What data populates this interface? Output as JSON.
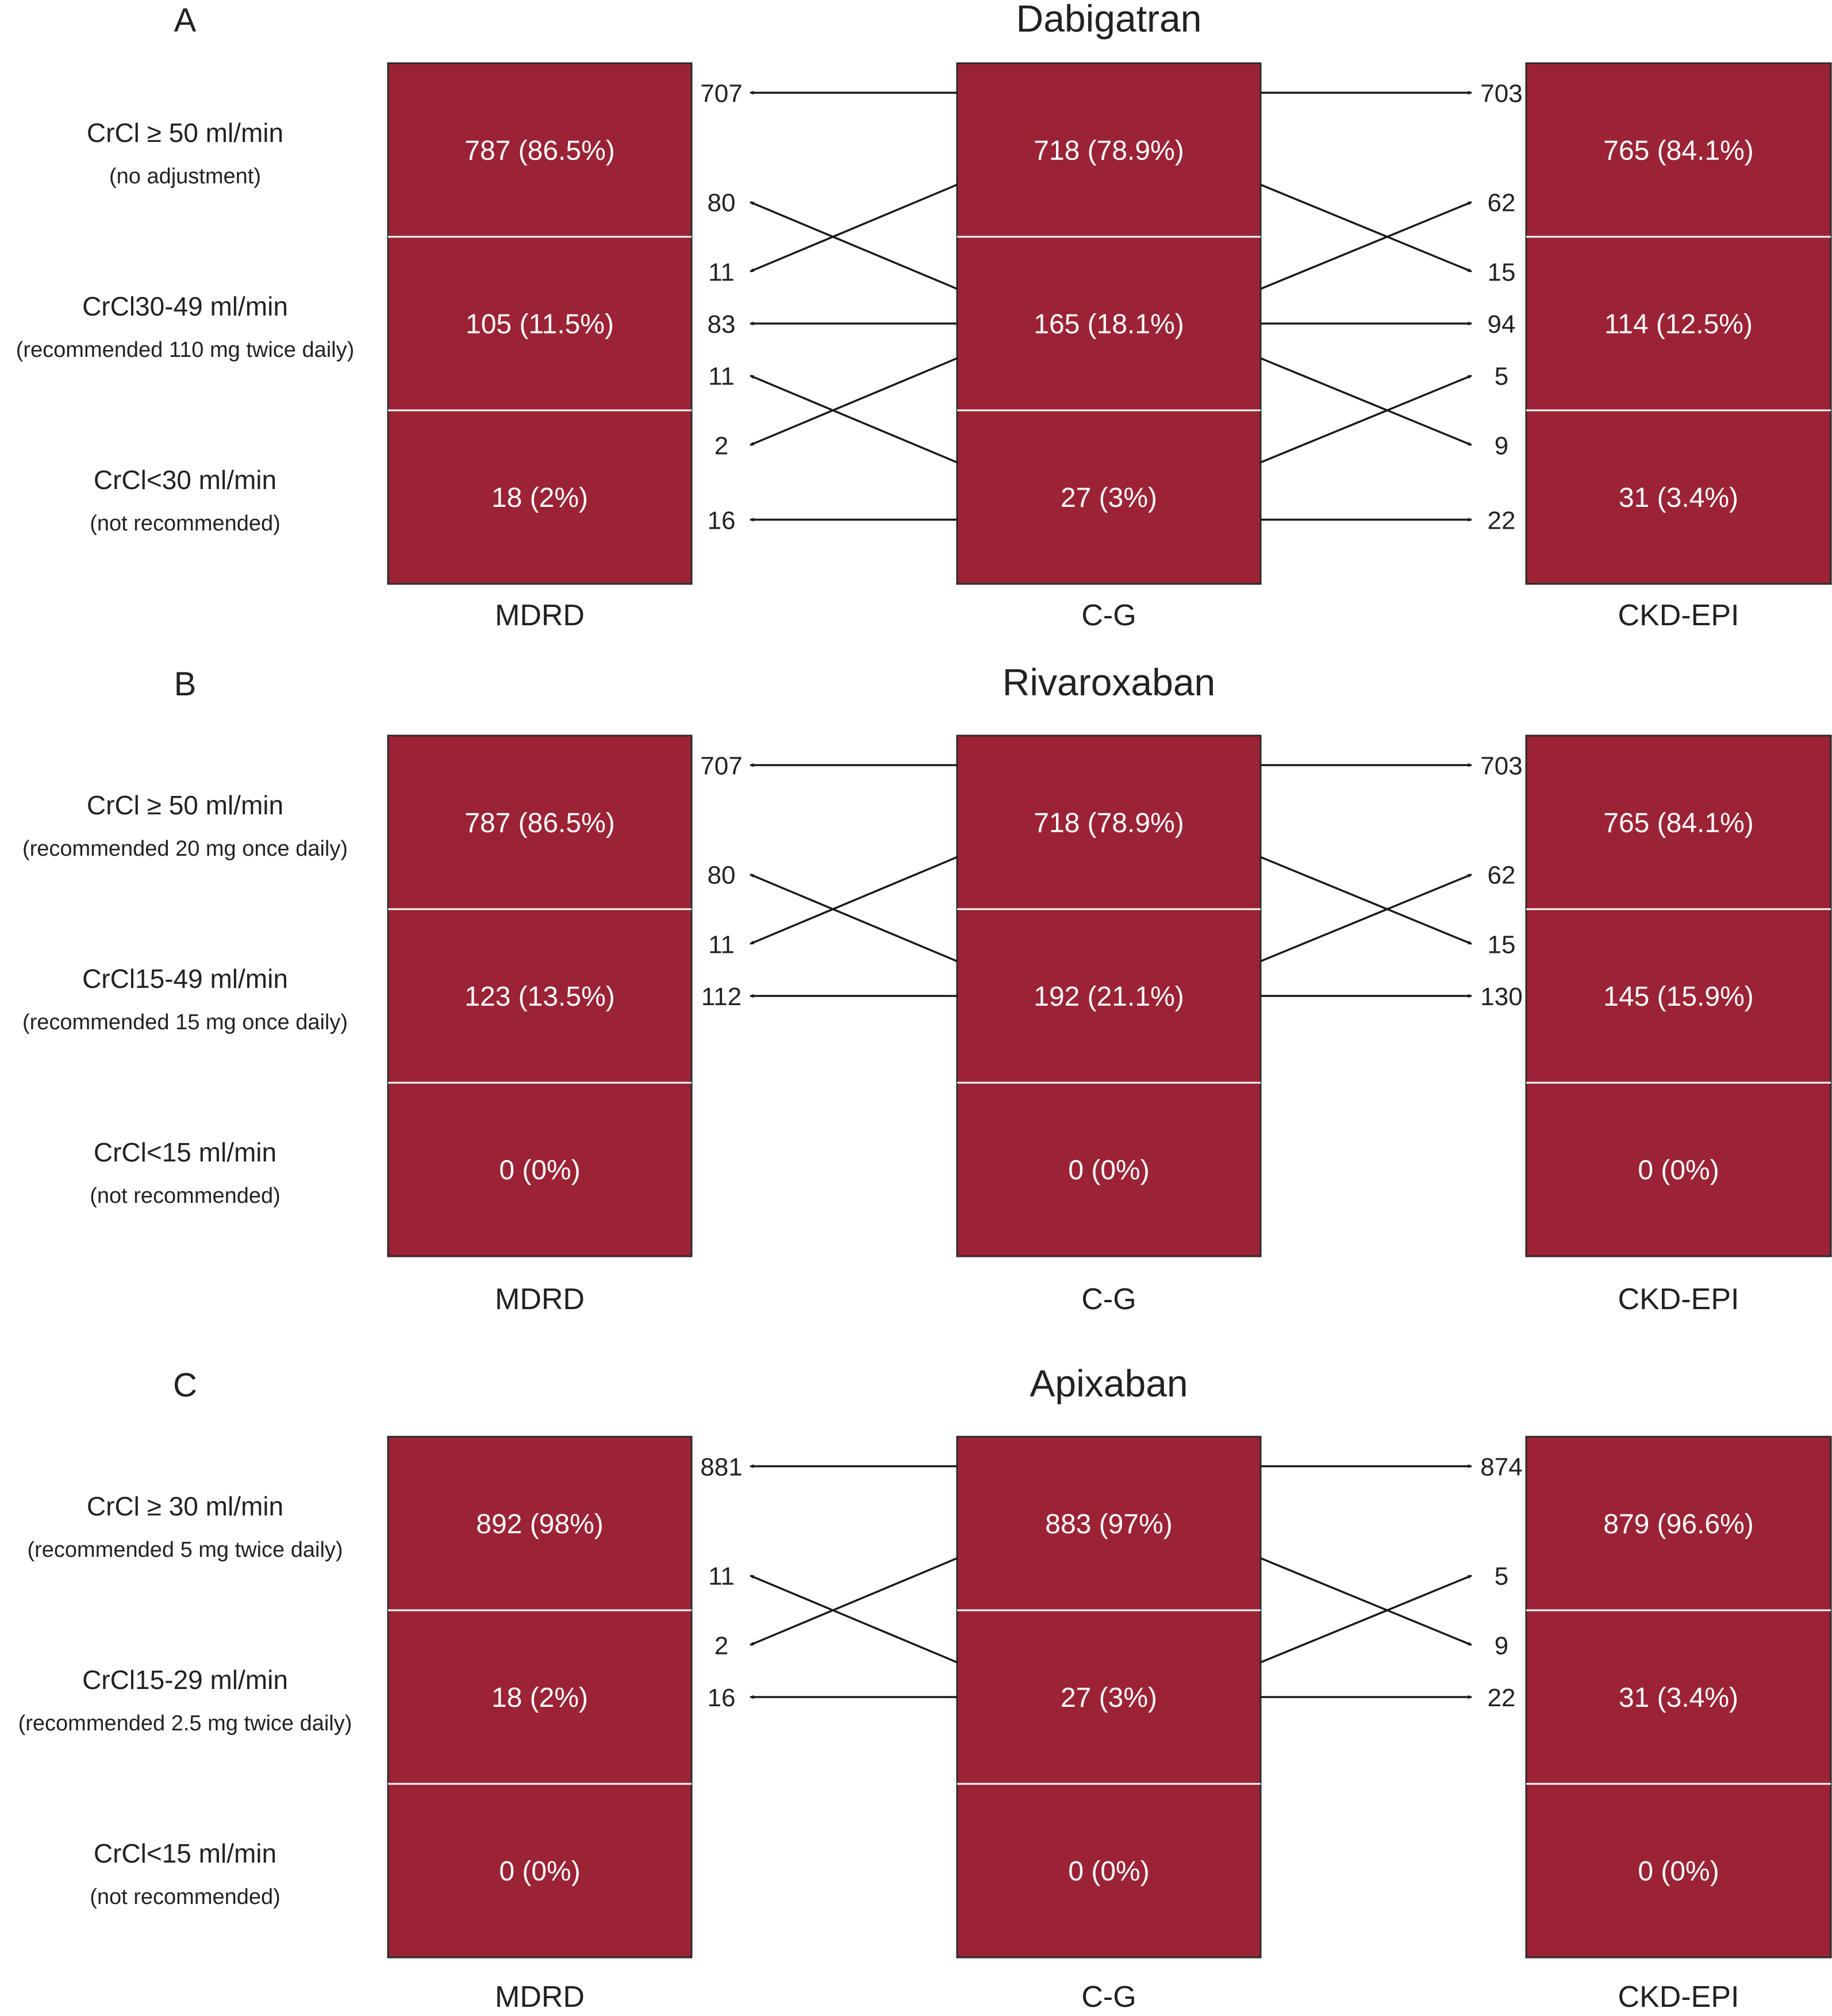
{
  "style": {
    "box_color": "#9b2335",
    "text_on_box": "#ffffff",
    "line_color": "#1a1a1a"
  },
  "panels": [
    {
      "letter": "A",
      "title": "Dabigatran",
      "rows": [
        {
          "main": "CrCl ≥ 50 ml/min",
          "sub": "(no adjustment)"
        },
        {
          "main": "CrCl30-49 ml/min",
          "sub": "(recommended 110 mg twice daily)"
        },
        {
          "main": "CrCl<30 ml/min",
          "sub": "(not recommended)"
        }
      ],
      "columns": [
        {
          "label": "MDRD",
          "cells": [
            "787 (86.5%)",
            "105 (11.5%)",
            "18 (2%)"
          ]
        },
        {
          "label": "C-G",
          "cells": [
            "718 (78.9%)",
            "165 (18.1%)",
            "27 (3%)"
          ]
        },
        {
          "label": "CKD-EPI",
          "cells": [
            "765 (84.1%)",
            "114 (12.5%)",
            "31 (3.4%)"
          ]
        }
      ],
      "left_flows": [
        {
          "from": 0,
          "to": 0,
          "value": "707"
        },
        {
          "from": 1,
          "to": 0,
          "value": "80"
        },
        {
          "from": 0,
          "to": 1,
          "value": "11"
        },
        {
          "from": 1,
          "to": 1,
          "value": "83"
        },
        {
          "from": 2,
          "to": 1,
          "value": "11"
        },
        {
          "from": 1,
          "to": 2,
          "value": "2"
        },
        {
          "from": 2,
          "to": 2,
          "value": "16"
        }
      ],
      "right_flows": [
        {
          "from": 0,
          "to": 0,
          "value": "703"
        },
        {
          "from": 1,
          "to": 0,
          "value": "62"
        },
        {
          "from": 0,
          "to": 1,
          "value": "15"
        },
        {
          "from": 1,
          "to": 1,
          "value": "94"
        },
        {
          "from": 2,
          "to": 1,
          "value": "5"
        },
        {
          "from": 1,
          "to": 2,
          "value": "9"
        },
        {
          "from": 2,
          "to": 2,
          "value": "22"
        }
      ]
    },
    {
      "letter": "B",
      "title": "Rivaroxaban",
      "rows": [
        {
          "main": "CrCl ≥ 50 ml/min",
          "sub": "(recommended 20 mg once daily)"
        },
        {
          "main": "CrCl15-49 ml/min",
          "sub": "(recommended 15 mg once daily)"
        },
        {
          "main": "CrCl<15 ml/min",
          "sub": "(not recommended)"
        }
      ],
      "columns": [
        {
          "label": "MDRD",
          "cells": [
            "787 (86.5%)",
            "123 (13.5%)",
            "0 (0%)"
          ]
        },
        {
          "label": "C-G",
          "cells": [
            "718 (78.9%)",
            "192 (21.1%)",
            "0 (0%)"
          ]
        },
        {
          "label": "CKD-EPI",
          "cells": [
            "765 (84.1%)",
            "145 (15.9%)",
            "0 (0%)"
          ]
        }
      ],
      "left_flows": [
        {
          "from": 0,
          "to": 0,
          "value": "707"
        },
        {
          "from": 1,
          "to": 0,
          "value": "80"
        },
        {
          "from": 0,
          "to": 1,
          "value": "11"
        },
        {
          "from": 1,
          "to": 1,
          "value": "112"
        }
      ],
      "right_flows": [
        {
          "from": 0,
          "to": 0,
          "value": "703"
        },
        {
          "from": 1,
          "to": 0,
          "value": "62"
        },
        {
          "from": 0,
          "to": 1,
          "value": "15"
        },
        {
          "from": 1,
          "to": 1,
          "value": "130"
        }
      ]
    },
    {
      "letter": "C",
      "title": "Apixaban",
      "rows": [
        {
          "main": "CrCl ≥ 30 ml/min",
          "sub": "(recommended 5 mg twice daily)"
        },
        {
          "main": "CrCl15-29 ml/min",
          "sub": "(recommended 2.5 mg twice daily)"
        },
        {
          "main": "CrCl<15 ml/min",
          "sub": "(not recommended)"
        }
      ],
      "columns": [
        {
          "label": "MDRD",
          "cells": [
            "892 (98%)",
            "18 (2%)",
            "0 (0%)"
          ]
        },
        {
          "label": "C-G",
          "cells": [
            "883 (97%)",
            "27 (3%)",
            "0 (0%)"
          ]
        },
        {
          "label": "CKD-EPI",
          "cells": [
            "879 (96.6%)",
            "31 (3.4%)",
            "0 (0%)"
          ]
        }
      ],
      "left_flows": [
        {
          "from": 0,
          "to": 0,
          "value": "881"
        },
        {
          "from": 1,
          "to": 0,
          "value": "11"
        },
        {
          "from": 0,
          "to": 1,
          "value": "2"
        },
        {
          "from": 1,
          "to": 1,
          "value": "16"
        }
      ],
      "right_flows": [
        {
          "from": 0,
          "to": 0,
          "value": "874"
        },
        {
          "from": 1,
          "to": 0,
          "value": "5"
        },
        {
          "from": 0,
          "to": 1,
          "value": "9"
        },
        {
          "from": 1,
          "to": 1,
          "value": "22"
        }
      ]
    }
  ]
}
